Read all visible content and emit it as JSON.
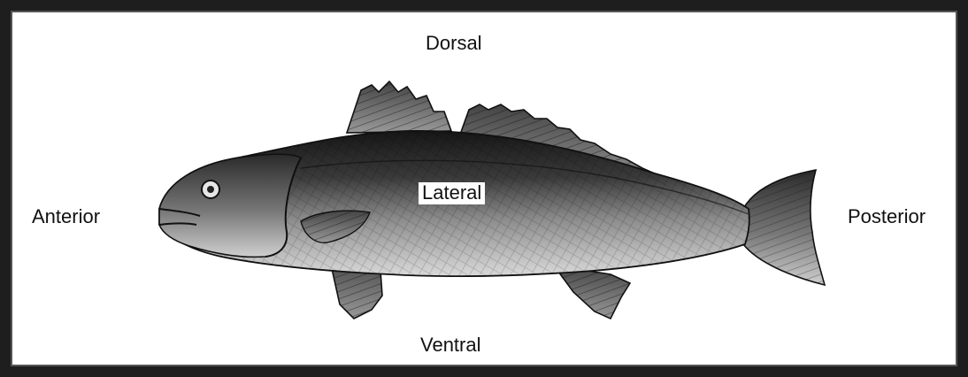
{
  "labels": {
    "dorsal": "Dorsal",
    "ventral": "Ventral",
    "anterior": "Anterior",
    "posterior": "Posterior",
    "lateral": "Lateral"
  },
  "colors": {
    "frame": "#1e1e1e",
    "fish_dark": "#1a1a1a",
    "fish_mid": "#6e6e6e",
    "fish_light": "#d8d8d8"
  }
}
